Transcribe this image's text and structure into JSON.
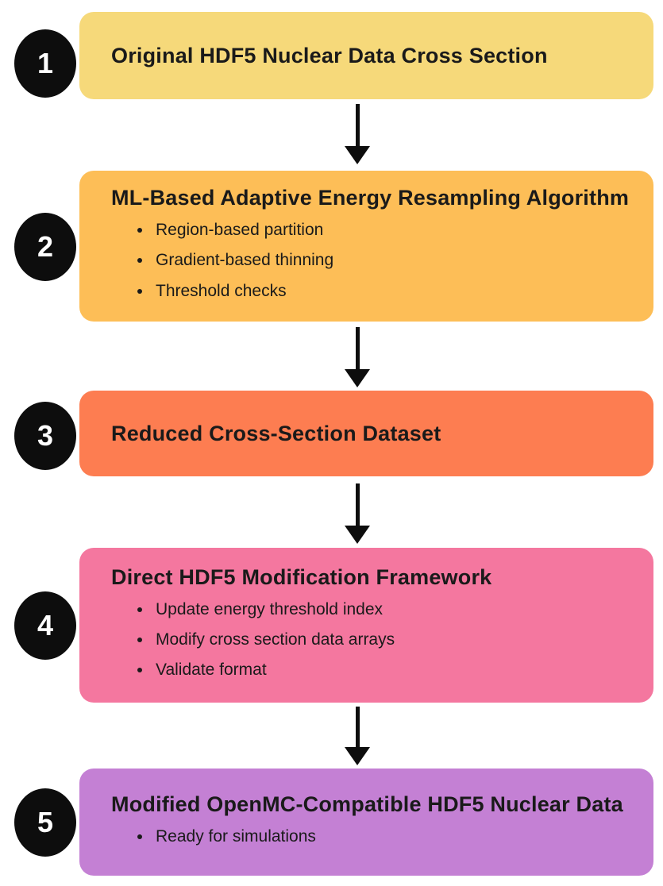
{
  "diagram": {
    "background_color": "#ffffff",
    "text_color": "#1a1a1a",
    "badge_color": "#0d0d0d",
    "badge_text_color": "#ffffff",
    "arrow_color": "#0d0d0d",
    "steps": [
      {
        "number": "1",
        "title": "Original HDF5 Nuclear Data Cross Section",
        "color": "#F6D97A",
        "bullets": []
      },
      {
        "number": "2",
        "title": "ML-Based Adaptive Energy Resampling Algorithm",
        "color": "#FDBE57",
        "bullets": [
          "Region-based partition",
          "Gradient-based thinning",
          "Threshold checks"
        ]
      },
      {
        "number": "3",
        "title": "Reduced Cross-Section Dataset",
        "color": "#FD7D51",
        "bullets": []
      },
      {
        "number": "4",
        "title": "Direct HDF5 Modification Framework",
        "color": "#F4779F",
        "bullets": [
          "Update energy threshold index",
          "Modify cross section data arrays",
          "Validate format"
        ]
      },
      {
        "number": "5",
        "title": "Modified OpenMC-Compatible HDF5 Nuclear Data",
        "color": "#C480D4",
        "bullets": [
          "Ready for simulations"
        ]
      }
    ]
  }
}
